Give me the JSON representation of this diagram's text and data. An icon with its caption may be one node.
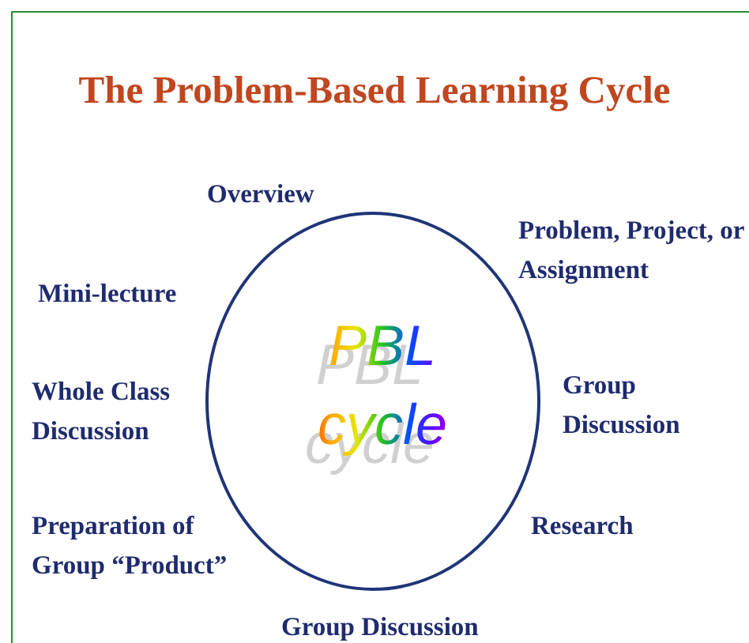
{
  "diagram": {
    "title": "The Problem-Based Learning Cycle",
    "nodes": [
      {
        "text": [
          "PBL cycle"
        ]
      }
    ],
    "labels": [
      "Overview",
      "Problem, Project, or Assignment",
      "Mini-lecture",
      "Group Discussion",
      "Whole Class Discussion",
      "Preparation of Group “Product”",
      "Research",
      "Group Discussion"
    ]
  }
}
